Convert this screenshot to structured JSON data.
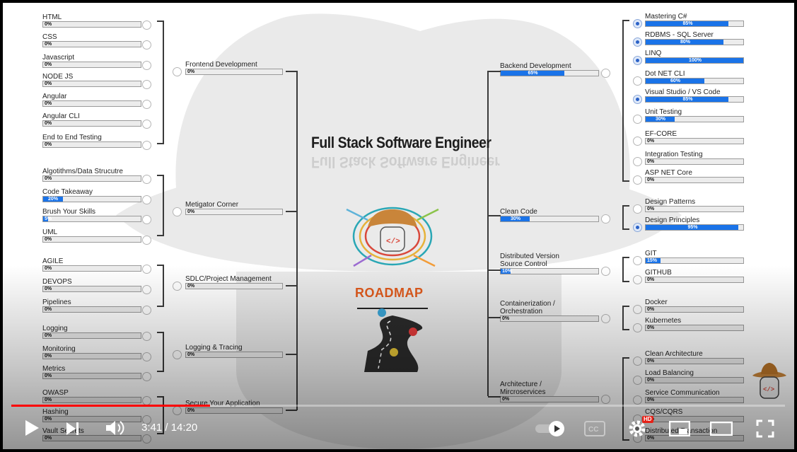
{
  "video": {
    "title": "Full  Stack Software Engineer",
    "logo_text": "ROADMAP"
  },
  "left_skills": [
    {
      "label": "HTML",
      "pct": "0%"
    },
    {
      "label": "CSS",
      "pct": "0%"
    },
    {
      "label": "Javascript",
      "pct": "0%"
    },
    {
      "label": "NODE JS",
      "pct": "0%"
    },
    {
      "label": "Angular",
      "pct": "0%"
    },
    {
      "label": "Angular CLI",
      "pct": "0%"
    },
    {
      "label": "End to End Testing",
      "pct": "0%"
    },
    {
      "label": "Algotithms/Data Strucutre",
      "pct": "0%"
    },
    {
      "label": "Code Takeaway",
      "pct": "20%"
    },
    {
      "label": "Brush Your Skills",
      "pct": "5%"
    },
    {
      "label": "UML",
      "pct": "0%"
    },
    {
      "label": "AGILE",
      "pct": "0%"
    },
    {
      "label": "DEVOPS",
      "pct": "0%"
    },
    {
      "label": "Pipelines",
      "pct": "0%"
    },
    {
      "label": "Logging",
      "pct": "0%"
    },
    {
      "label": "Monitoring",
      "pct": "0%"
    },
    {
      "label": "Metrics",
      "pct": "0%"
    },
    {
      "label": "OWASP",
      "pct": "0%"
    },
    {
      "label": "Hashing",
      "pct": "0%"
    },
    {
      "label": "Vault Secrets",
      "pct": "0%"
    }
  ],
  "left_categories": [
    {
      "label": "Frontend Development",
      "pct": "0%"
    },
    {
      "label": "Metigator Corner",
      "pct": "0%"
    },
    {
      "label": "SDLC/Project Management",
      "pct": "0%"
    },
    {
      "label": "Logging & Tracing",
      "pct": "0%"
    },
    {
      "label": "Secure Your Application",
      "pct": "0%"
    }
  ],
  "right_categories": [
    {
      "label": "Backend Development",
      "pct": "65%"
    },
    {
      "label": "Clean Code",
      "pct": "30%"
    },
    {
      "label": "Distributed Version",
      "label2": "Source Control",
      "pct": "10%"
    },
    {
      "label": "Containerization /",
      "label2": "Orchestration",
      "pct": "0%"
    },
    {
      "label": "Architecture /",
      "label2": "Mircroservices",
      "pct": "0%"
    }
  ],
  "right_skills": [
    {
      "label": "Mastering C#",
      "pct": "85%"
    },
    {
      "label": "RDBMS - SQL Server",
      "pct": "80%"
    },
    {
      "label": "LINQ",
      "pct": "100%"
    },
    {
      "label": "Dot NET CLI",
      "pct": "60%"
    },
    {
      "label": "Visual Studio / VS Code",
      "pct": "85%"
    },
    {
      "label": "Unit Testing",
      "pct": "30%"
    },
    {
      "label": "EF-CORE",
      "pct": "0%"
    },
    {
      "label": "Integration Testing",
      "pct": "0%"
    },
    {
      "label": "ASP NET Core",
      "pct": "0%"
    },
    {
      "label": "Design Patterns",
      "pct": "0%"
    },
    {
      "label": "Design Principles",
      "pct": "95%"
    },
    {
      "label": "GIT",
      "pct": "15%"
    },
    {
      "label": "GITHUB",
      "pct": "0%"
    },
    {
      "label": "Docker",
      "pct": "0%"
    },
    {
      "label": "Kubernetes",
      "pct": "0%"
    },
    {
      "label": "Clean Architecture",
      "pct": "0%"
    },
    {
      "label": "Load Balancing",
      "pct": "0%"
    },
    {
      "label": "Service Communication",
      "pct": "0%"
    },
    {
      "label": "CQS/CQRS",
      "pct": "0%"
    },
    {
      "label": "Distributed Transaction",
      "pct": "0%"
    }
  ],
  "player": {
    "time_current": "3:41",
    "time_separator": " / ",
    "time_total": "14:20",
    "progress_fraction": 0.257,
    "hd_badge": "HD",
    "accent": "#ff0000",
    "icons": [
      "play-icon",
      "next-icon",
      "volume-icon",
      "autoplay-toggle-icon",
      "captions-icon",
      "settings-icon",
      "miniplayer-icon",
      "theater-icon",
      "fullscreen-icon"
    ]
  },
  "colors": {
    "bar_fill": "#1a73e8",
    "roadmap_orange": "#e05a1c"
  }
}
